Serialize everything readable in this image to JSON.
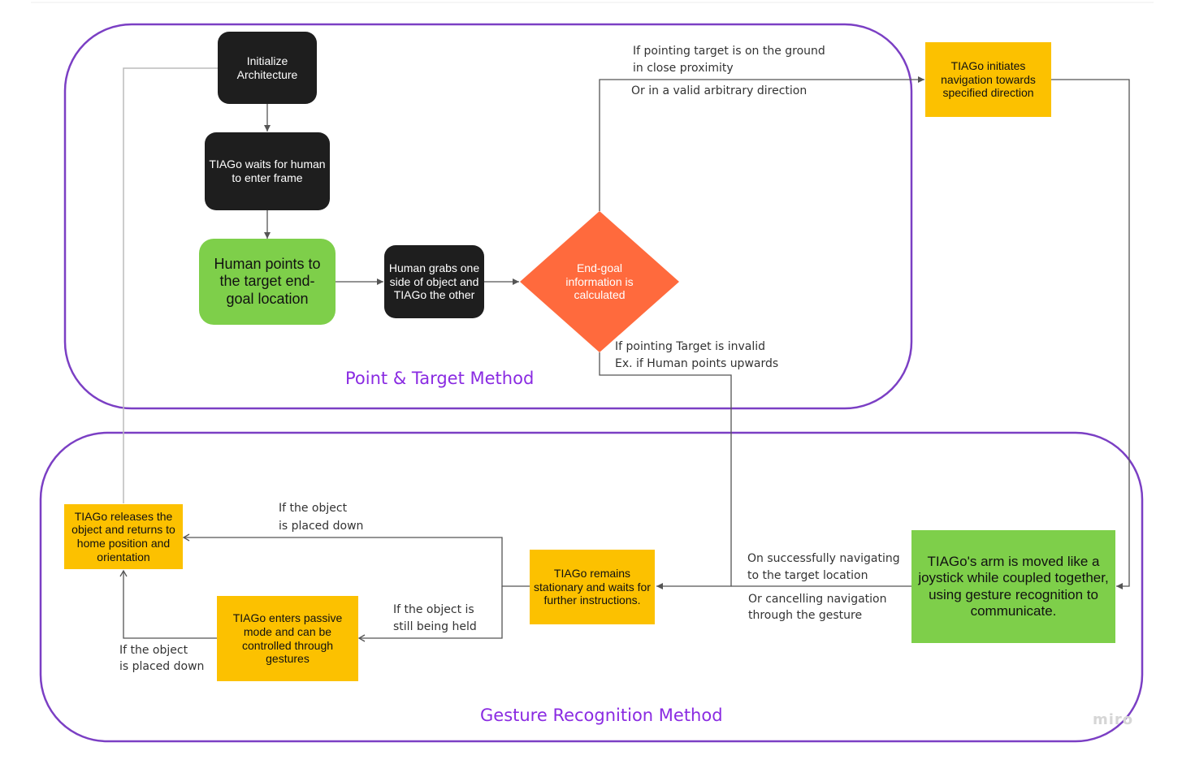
{
  "groups": {
    "point_target": {
      "title": "Point & Target Method"
    },
    "gesture": {
      "title": "Gesture Recognition Method"
    }
  },
  "nodes": {
    "initialize": "Initialize Architecture",
    "waits_human": "TIAGo waits for human to enter frame",
    "human_points": "Human points to the target end-goal location",
    "human_grabs": "Human grabs one side of object and TIAGo the other",
    "end_goal": "End-goal information is calculated",
    "initiates_nav": "TIAGo initiates navigation towards specified direction",
    "arm_joystick": "TIAGo's arm is moved like a joystick while coupled together, using gesture recognition to communicate.",
    "remains_stationary": "TIAGo remains stationary and waits for further instructions.",
    "releases_object": "TIAGo releases the object and returns to home position and orientation",
    "passive_mode": "TIAGo enters passive mode and can be controlled through gestures"
  },
  "edge_labels": {
    "valid_target_1": "If pointing target is on the ground",
    "valid_target_2": "in close proximity",
    "valid_target_3": "Or in a valid arbitrary direction",
    "invalid_target_1": "If pointing Target is invalid",
    "invalid_target_2": "Ex. if Human points upwards",
    "success_nav_1": "On successfully navigating",
    "success_nav_2": "to the target location",
    "cancel_nav_1": "Or cancelling navigation",
    "cancel_nav_2": "through the gesture",
    "placed_down_a_1": "If the object",
    "placed_down_a_2": "is placed down",
    "held_1": "If the object is",
    "held_2": "still being held",
    "placed_down_b_1": "If the object",
    "placed_down_b_2": "is placed down"
  },
  "watermark": "miro",
  "colors": {
    "group_border": "#7b3fc4",
    "group_title": "#8a2be2",
    "dark_node": "#1e1e1e",
    "yellow_node": "#fcc100",
    "green_node": "#7ecf4a",
    "decision": "#ff6a3d",
    "connector": "#555555",
    "feedback_connector": "#bbbbbb"
  }
}
